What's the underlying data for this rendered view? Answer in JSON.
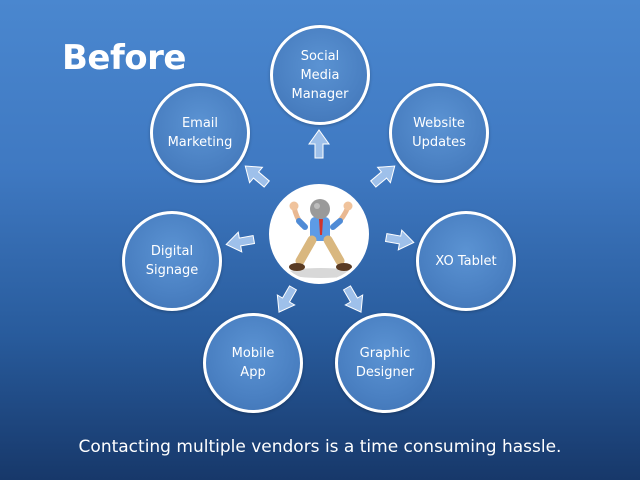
{
  "slide": {
    "title": "Before",
    "caption": "Contacting multiple vendors is a time consuming hassle.",
    "nodes": [
      {
        "id": "social-media-manager",
        "label": "Social\nMedia\nManager"
      },
      {
        "id": "website-updates",
        "label": "Website\nUpdates"
      },
      {
        "id": "xo-tablet",
        "label": "XO Tablet"
      },
      {
        "id": "graphic-designer",
        "label": "Graphic\nDesigner"
      },
      {
        "id": "mobile-app",
        "label": "Mobile\nApp"
      },
      {
        "id": "digital-signage",
        "label": "Digital\nSignage"
      },
      {
        "id": "email-marketing",
        "label": "Email\nMarketing"
      }
    ],
    "center_image": "stressed-person-clipart",
    "colors": {
      "background_top": "#4a87cf",
      "background_bottom": "#17386a",
      "node_fill": "#4a80c2",
      "node_border": "#ffffff",
      "arrow_fill": "#9ec0ea",
      "text": "#ffffff"
    }
  }
}
